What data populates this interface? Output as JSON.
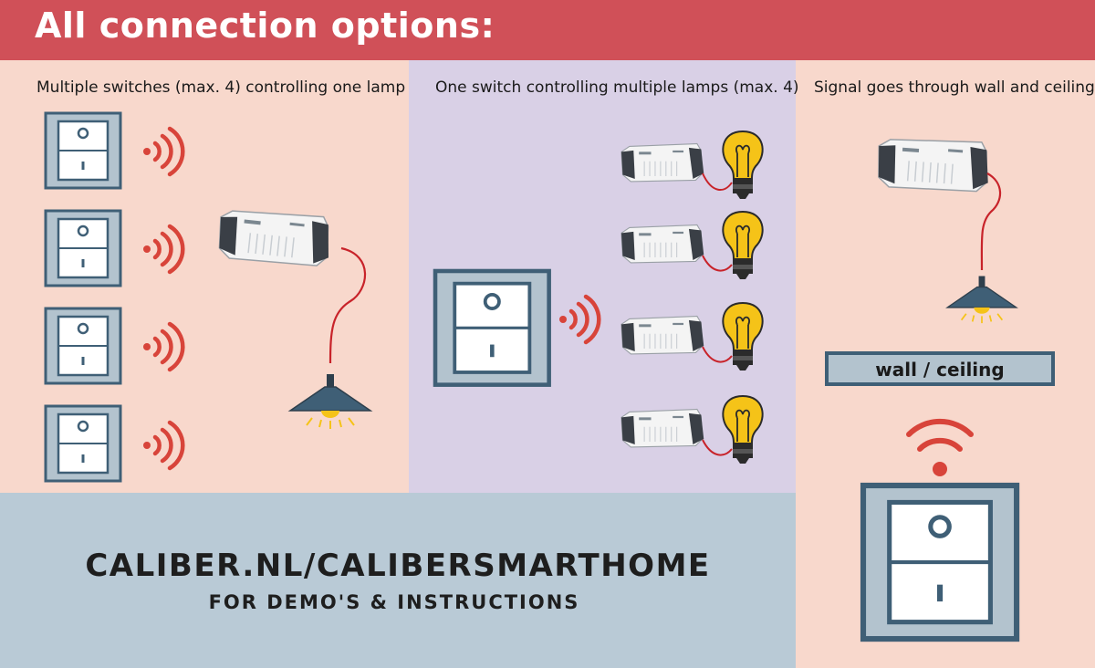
{
  "header": {
    "title": "All connection options:"
  },
  "panels": [
    {
      "title": "Multiple switches (max. 4) controlling one lamp"
    },
    {
      "title": "One switch controlling multiple lamps (max. 4)"
    },
    {
      "title": "Signal goes through wall and ceiling"
    }
  ],
  "wall_label": "wall / ceiling",
  "footer": {
    "url": "CALIBER.NL/CALIBERSMARTHOME",
    "subtitle": "FOR DEMO'S & INSTRUCTIONS"
  },
  "colors": {
    "header_bg": "#d05058",
    "panel_peach": "#f8d8cc",
    "panel_lavender": "#d9d0e6",
    "footer_bg": "#b9cad6",
    "signal_red": "#d8443a",
    "switch_frame": "#3f5f76",
    "switch_fill": "#b3c3ce",
    "bulb_yellow": "#f5c318",
    "lamp_shade": "#3f5f76",
    "wire_red": "#c8232a"
  },
  "icons": [
    "wall-switch-icon",
    "wireless-signal-icon",
    "smart-module-icon",
    "light-bulb-icon",
    "pendant-lamp-icon",
    "wifi-icon"
  ]
}
